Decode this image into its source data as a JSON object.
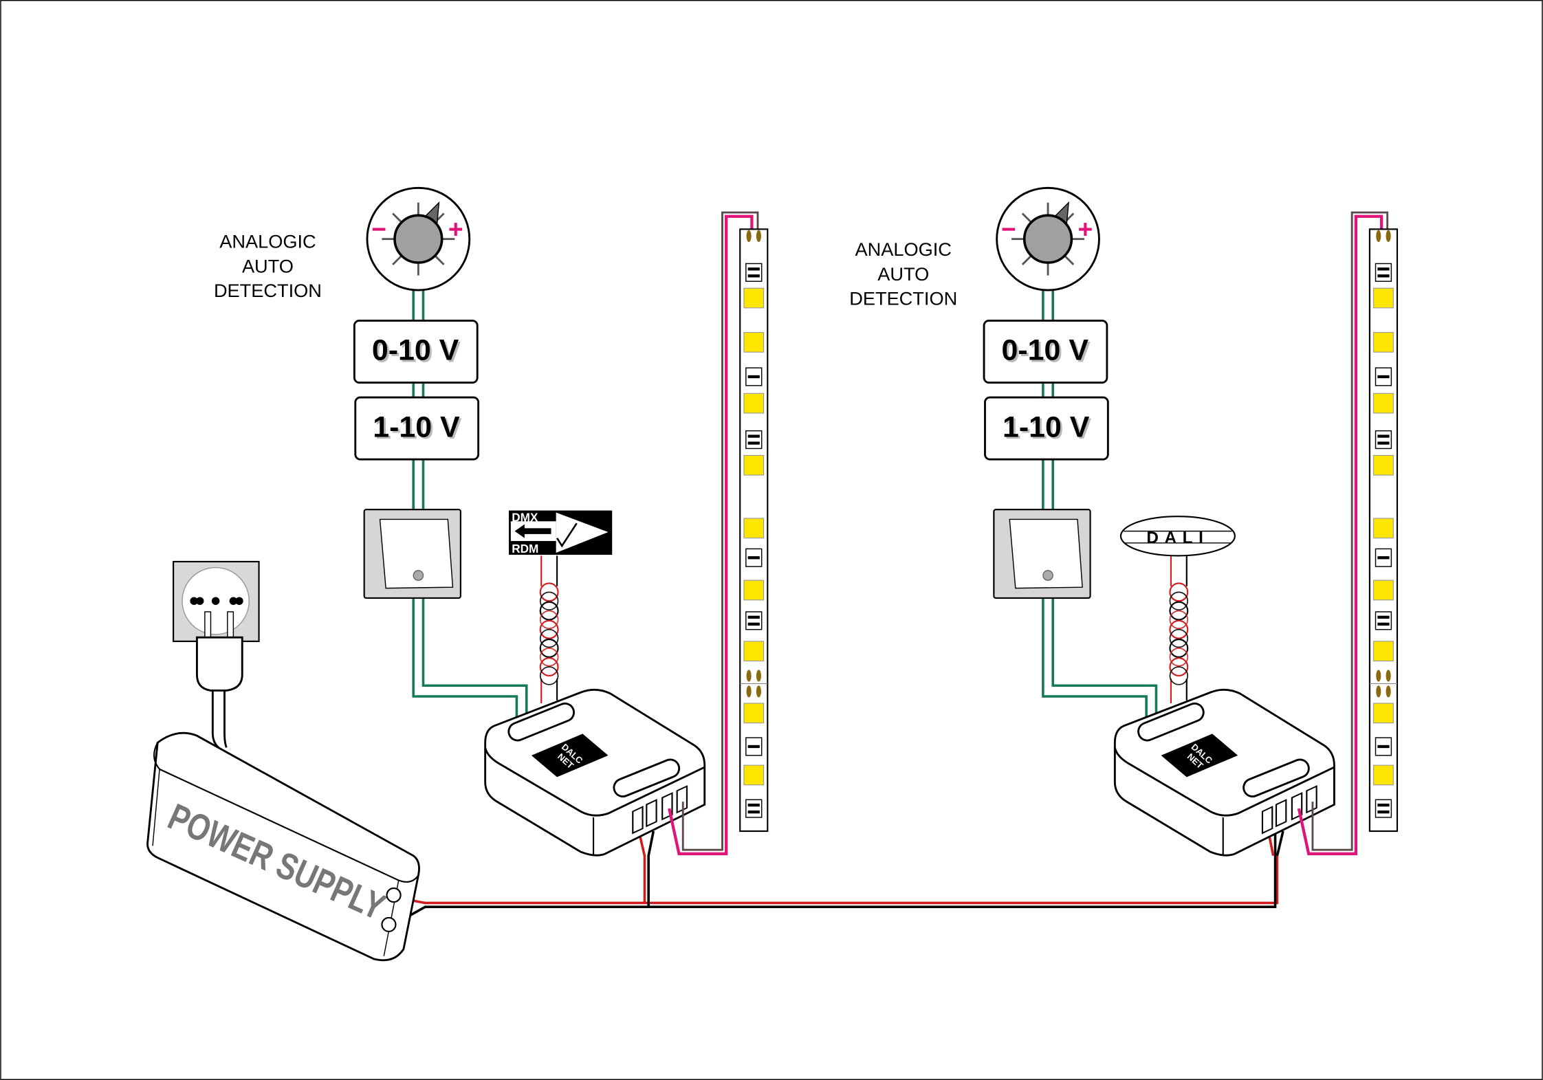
{
  "diagram": {
    "label_lines": [
      "ANALOGIC",
      "AUTO",
      "DETECTION"
    ],
    "signal_labels": [
      "0-10 V",
      "1-10 V"
    ],
    "knob_minus": "−",
    "knob_plus": "+",
    "controller_brand": [
      "DALC",
      "NET"
    ],
    "power_supply_label": "POWER SUPPLY",
    "channels": [
      {
        "protocol": "dmx",
        "protocol_text": [
          "DMX",
          "RDM"
        ]
      },
      {
        "protocol": "dali",
        "protocol_text": [
          "DALI"
        ]
      }
    ]
  },
  "colors": {
    "control_wire": "#137a5a",
    "led_positive": "#e0137a",
    "led_negative": "#5a4a4a",
    "supply_positive": "#d01c1c",
    "supply_negative": "#000000",
    "led_chip": "#ffe600",
    "solder_pad": "#8a6a10",
    "knob": "#a0a0a0"
  }
}
